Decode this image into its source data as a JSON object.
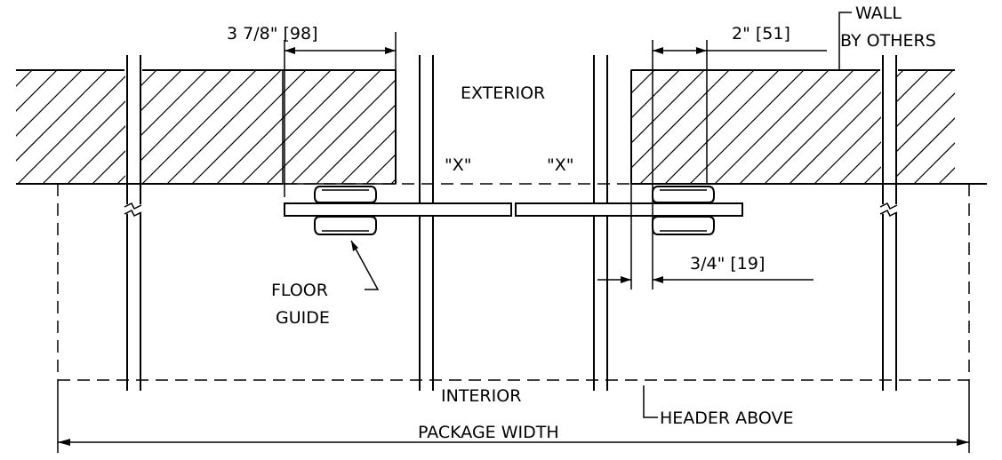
{
  "labels": {
    "dim_left": "3 7/8\" [98]",
    "dim_right": "2\" [51]",
    "dim_gap": "3/4\" [19]",
    "wall_line1": "WALL",
    "wall_line2": "BY OTHERS",
    "exterior": "EXTERIOR",
    "interior": "INTERIOR",
    "x_left": "\"X\"",
    "x_right": "\"X\"",
    "floor_guide_line1": "FLOOR",
    "floor_guide_line2": "GUIDE",
    "header_above": "HEADER ABOVE",
    "package_width": "PACKAGE WIDTH"
  }
}
